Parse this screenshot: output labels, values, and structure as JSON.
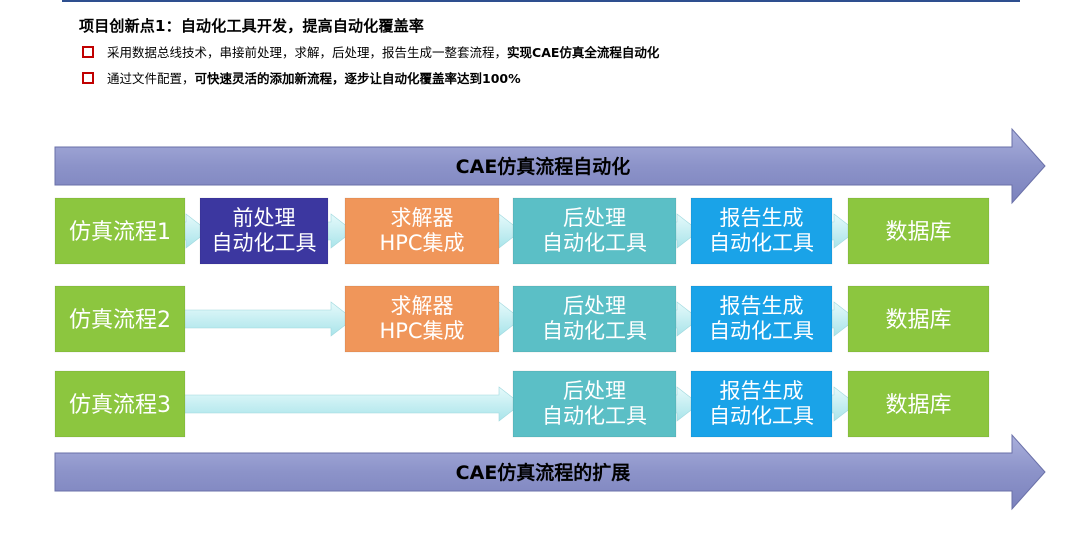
{
  "heading": "项目创新点1：自动化工具开发，提高自动化覆盖率",
  "bullets": [
    {
      "text": "采用数据总线技术，串接前处理，求解，后处理，报告生成一整套流程，",
      "bold": "实现CAE仿真全流程自动化"
    },
    {
      "text": "通过文件配置，",
      "bold": "可快速灵活的添加新流程，逐步让自动化覆盖率达到100%"
    }
  ],
  "bands": {
    "top": "CAE仿真流程自动化",
    "bottom": "CAE仿真流程的扩展"
  },
  "rows": [
    {
      "flow": "仿真流程1",
      "steps": [
        {
          "id": "pre",
          "lines": [
            "前处理",
            "自动化工具"
          ]
        },
        {
          "id": "solver",
          "lines": [
            "求解器",
            "HPC集成"
          ]
        },
        {
          "id": "post",
          "lines": [
            "后处理",
            "自动化工具"
          ]
        },
        {
          "id": "report",
          "lines": [
            "报告生成",
            "自动化工具"
          ]
        },
        {
          "id": "db",
          "lines": [
            "数据库"
          ]
        }
      ]
    },
    {
      "flow": "仿真流程2",
      "steps": [
        {
          "id": "solver",
          "lines": [
            "求解器",
            "HPC集成"
          ]
        },
        {
          "id": "post",
          "lines": [
            "后处理",
            "自动化工具"
          ]
        },
        {
          "id": "report",
          "lines": [
            "报告生成",
            "自动化工具"
          ]
        },
        {
          "id": "db",
          "lines": [
            "数据库"
          ]
        }
      ]
    },
    {
      "flow": "仿真流程3",
      "steps": [
        {
          "id": "post",
          "lines": [
            "后处理",
            "自动化工具"
          ]
        },
        {
          "id": "report",
          "lines": [
            "报告生成",
            "自动化工具"
          ]
        },
        {
          "id": "db",
          "lines": [
            "数据库"
          ]
        }
      ]
    }
  ],
  "colors": {
    "flow": "#8cc63f",
    "pre": "#3c37a0",
    "solver": "#f0965a",
    "post": "#5bbfc6",
    "report": "#1aa3e8",
    "db": "#8cc63f",
    "band": "#8c93c9",
    "connector": "#b8ecf0",
    "bullet_box": "#c00000"
  }
}
